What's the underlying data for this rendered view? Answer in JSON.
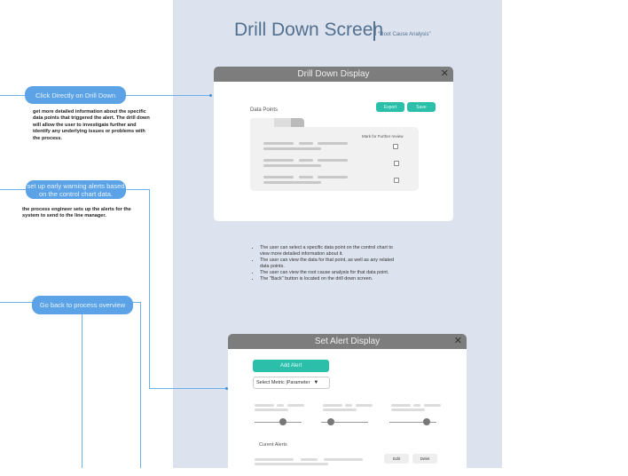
{
  "header": {
    "title": "Drill Down Screen",
    "subtitle": "\"Root Cause Analysis\""
  },
  "annotations": [
    {
      "label": "Click Directly on Drill Down",
      "description": "get more detailed information about the specific data points that triggered the alert. The drill down will allow the user to investigate further and identify any underlying issues or problems with the process."
    },
    {
      "label": "set up early warning alerts based on the control chart data.",
      "description": "the process engineer sets up the alerts for the system to send to the line manager."
    },
    {
      "label": "Go back to process overview"
    }
  ],
  "drill_dialog": {
    "title": "Drill Down Display",
    "close": "✕",
    "export": "Export",
    "save": "Save",
    "section": "Data Points",
    "column": "Mark for Further review",
    "rows": [
      {
        "checked": false
      },
      {
        "checked": false
      },
      {
        "checked": false
      }
    ]
  },
  "notes": [
    "The user can select a specific data point on the control chart to view more detailed information about it.",
    "The user can view the data for that point, as well as any related data points.",
    "The user can view the root cause analysis for that data point.",
    "The \"Back\" button is located on the drill down screen."
  ],
  "alert_dialog": {
    "title": "Set Alert Display",
    "close": "✕",
    "add_alert": "Add Alert",
    "select_value": "Select Metric |Parameter",
    "sliders": [
      0.6,
      0.2,
      0.8
    ],
    "current_alerts": "Curent Alerts",
    "edit": "Edit",
    "delete": "Delet"
  },
  "colors": {
    "accent": "#5ba3e6",
    "teal": "#2bbfa9",
    "panel": "#dde3ee"
  }
}
